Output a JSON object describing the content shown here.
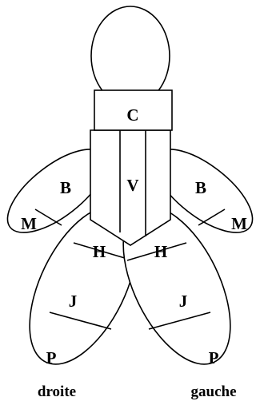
{
  "labels": {
    "neck": "C",
    "torso": "V",
    "left_upper_arm": "B",
    "left_hand": "M",
    "right_upper_arm": "B",
    "right_hand": "M",
    "left_hip": "H",
    "left_thigh": "J",
    "left_foot": "P",
    "right_hip": "H",
    "right_thigh": "J",
    "right_foot": "P"
  },
  "captions": {
    "left": "droite",
    "right": "gauche"
  },
  "colors": {
    "stroke": "#000000",
    "fill": "#ffffff"
  }
}
